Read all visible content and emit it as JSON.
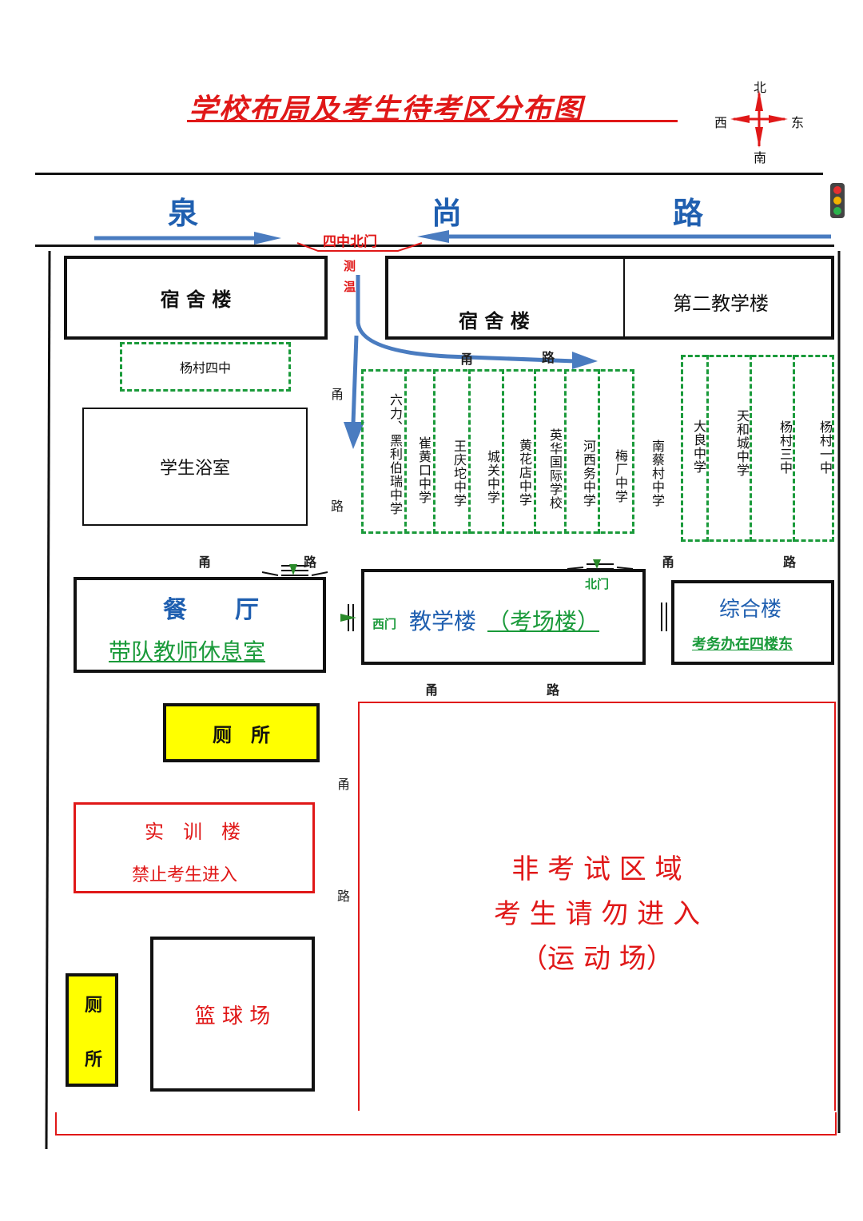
{
  "title": "学校布局及考生待考区分布图",
  "compass": {
    "north": "北",
    "south": "南",
    "east": "东",
    "west": "西"
  },
  "street": {
    "char1": "泉",
    "char2": "尚",
    "char3": "路"
  },
  "north_gate": "四中北门",
  "temp_check": [
    "测",
    "温"
  ],
  "road_words": {
    "yong": "甬",
    "lu": "路"
  },
  "buildings": {
    "dorm_left": "宿 舍 楼",
    "dorm_right": "宿 舍 楼",
    "second_teaching": "第二教学楼",
    "bathroom": "学生浴室",
    "canteen": "餐　　厅",
    "teacher_rest": "带队教师休息室",
    "teaching_building": "教学楼",
    "exam_hall_note": "（考场楼）",
    "west_gate": "西门",
    "north_door": "北门",
    "comprehensive": "综合楼",
    "exam_office": "考务办在四楼东",
    "toilet_1": "厕　所",
    "toilet_2_top": "厕",
    "toilet_2_bottom": "所",
    "training": "实　训　楼",
    "training_note": "禁止考生进入",
    "basketball": "篮 球 场"
  },
  "non_exam_area": {
    "line1": "非 考 试 区 域",
    "line2": "考 生 请 勿 进 入",
    "line3": "（运 动 场）"
  },
  "waiting_zones": {
    "yangcun_4": "杨村四中",
    "middle_group": [
      "六力、黑利伯瑞中学",
      "崔黄口中学",
      "王庆坨中学",
      "城关中学",
      "黄花店中学",
      "英华国际学校",
      "河西务中学",
      "梅厂中学",
      "南蔡村中学"
    ],
    "right_group": [
      "大良中学",
      "天和城中学",
      "杨村三中",
      "杨村一中"
    ]
  },
  "colors": {
    "title_red": "#e01818",
    "road_blue": "#1f5fb0",
    "zone_green": "#1a9a3a",
    "toilet_yellow": "#ffff00",
    "arrow_blue": "#4a7cc0"
  }
}
